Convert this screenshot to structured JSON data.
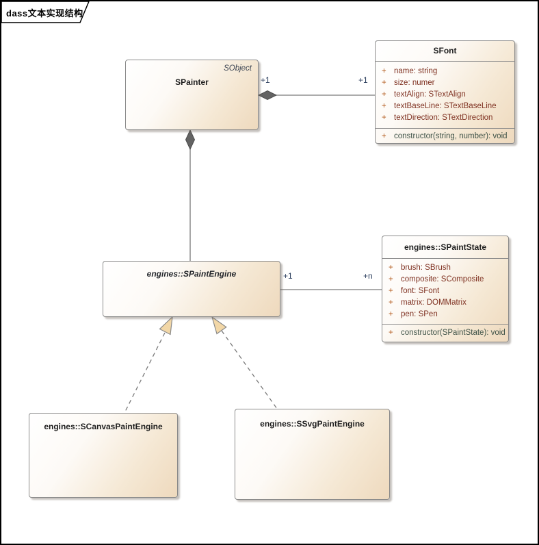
{
  "diagram": {
    "title": "dass文本实现结构"
  },
  "colors": {
    "box_fill_start": "#ffffff",
    "box_fill_end": "#eed9bd",
    "box_border": "#8a8a8a",
    "attribute_text": "#7f3121",
    "operation_text": "#3e5247",
    "visibility_marker": "#b05515",
    "multiplicity_text": "#2d3f5e",
    "connector_line": "#7a7a7a",
    "composition_diamond": "#636363",
    "inheritance_triangle_fill": "#f2d7a7",
    "frame_border": "#000000"
  },
  "classes": {
    "spainter": {
      "stereotype": "SObject",
      "name": "SPainter"
    },
    "sfont": {
      "name": "SFont",
      "attributes": [
        {
          "vis": "+",
          "text": "name: string"
        },
        {
          "vis": "+",
          "text": "size: numer"
        },
        {
          "vis": "+",
          "text": "textAlign: STextAlign"
        },
        {
          "vis": "+",
          "text": "textBaseLine: STextBaseLine"
        },
        {
          "vis": "+",
          "text": "textDirection: STextDirection"
        }
      ],
      "operations": [
        {
          "vis": "+",
          "text": "constructor(string, number): void"
        }
      ]
    },
    "spaintengine": {
      "name": "engines::SPaintEngine"
    },
    "spaintstate": {
      "name": "engines::SPaintState",
      "attributes": [
        {
          "vis": "+",
          "text": "brush: SBrush"
        },
        {
          "vis": "+",
          "text": "composite: SComposite"
        },
        {
          "vis": "+",
          "text": "font: SFont"
        },
        {
          "vis": "+",
          "text": "matrix: DOMMatrix"
        },
        {
          "vis": "+",
          "text": "pen: SPen"
        }
      ],
      "operations": [
        {
          "vis": "+",
          "text": "constructor(SPaintState): void"
        }
      ]
    },
    "scanvaspaintengine": {
      "name": "engines::SCanvasPaintEngine"
    },
    "ssvgpaintengine": {
      "name": "engines::SSvgPaintEngine"
    }
  },
  "connectors": {
    "painter_font": {
      "type": "composition",
      "source_mult": "+1",
      "target_mult": "+1"
    },
    "painter_engine": {
      "type": "composition"
    },
    "engine_state": {
      "type": "association",
      "source_mult": "+1",
      "target_mult": "+n"
    },
    "canvas_generalization": {
      "type": "generalization"
    },
    "svg_generalization": {
      "type": "generalization"
    }
  }
}
